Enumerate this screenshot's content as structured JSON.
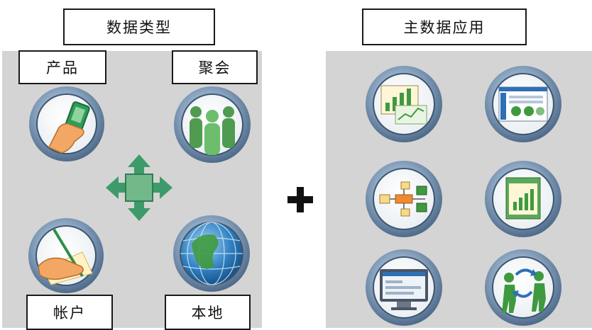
{
  "left_group": {
    "title": "数据类型",
    "labels": {
      "product": "产品",
      "aggregate": "聚会",
      "account": "帐户",
      "local": "本地"
    }
  },
  "right_group": {
    "title": "主数据应用"
  },
  "colors": {
    "panel": "#d4d4d4",
    "ring": "#7f9bb9",
    "arrows": "#3e9a6a",
    "people": "#4f9b50"
  },
  "icons": [
    "hand-device-icon",
    "people-group-icon",
    "move-arrows-icon",
    "hand-writing-icon",
    "globe-icon",
    "chart-report-icon",
    "dashboard-icon",
    "workflow-icon",
    "chart-document-icon",
    "monitor-icon",
    "exchange-people-icon"
  ]
}
